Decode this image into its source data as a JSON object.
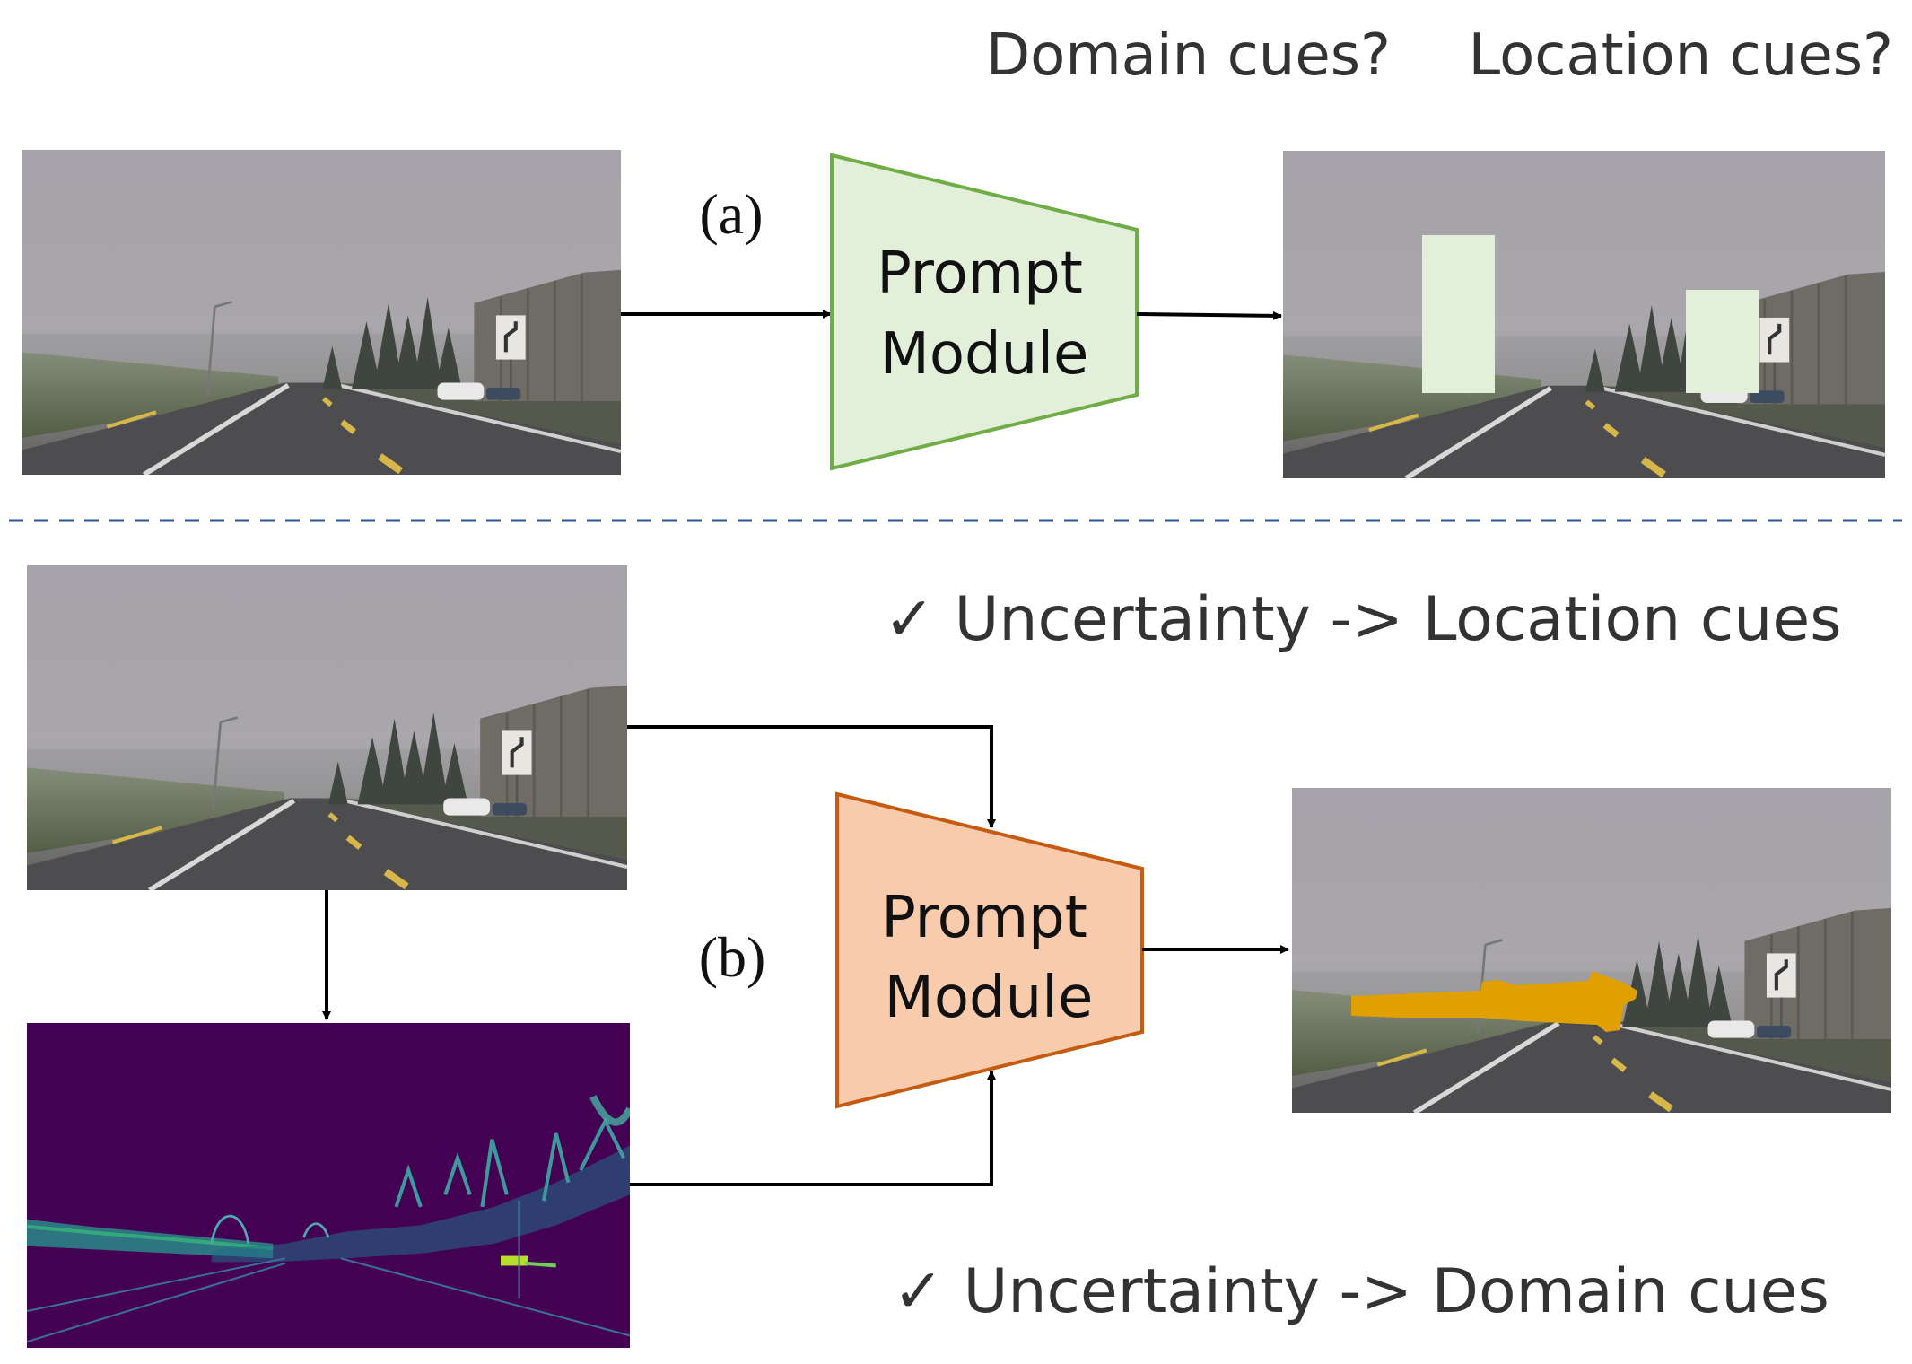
{
  "top": {
    "question_domain": "Domain cues?",
    "question_location": "Location cues?",
    "label": "(a)",
    "module_line1": "Prompt",
    "module_line2": "Module"
  },
  "bottom": {
    "check_location": "✓  Uncertainty -> Location cues",
    "check_domain": "✓  Uncertainty -> Domain cues",
    "label": "(b)",
    "module_line1": "Prompt",
    "module_line2": "Module"
  },
  "colors": {
    "module_a_fill": "#e2f0d9",
    "module_a_stroke": "#70ad47",
    "module_b_fill": "#f8cbad",
    "module_b_stroke": "#c55a11",
    "prompt_patch": "#e2f0d9",
    "segmentation_mask": "#e0a000",
    "uncertainty_bg": "#440154",
    "divider": "#2f5597"
  },
  "icons": {
    "road_scene": "foggy-road-photo",
    "uncertainty_map": "viridis-uncertainty-map"
  }
}
